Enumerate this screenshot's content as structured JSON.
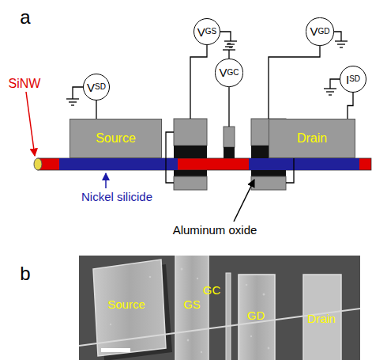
{
  "diagram": {
    "nodes": [
      {
        "text": [
          "Source"
        ]
      },
      {
        "text": [
          "Drain"
        ]
      },
      {
        "text": [
          "V",
          "SD"
        ]
      },
      {
        "text": [
          "V",
          "GS"
        ]
      },
      {
        "text": [
          "V",
          "GC"
        ]
      },
      {
        "text": [
          "V",
          "GD"
        ]
      },
      {
        "text": [
          "I",
          "SD"
        ]
      }
    ],
    "edges": [
      {
        "from": 2,
        "to": 0,
        "arrow": "none"
      },
      {
        "from": 6,
        "to": 1,
        "arrow": "none"
      }
    ],
    "labels": [
      "a",
      "SiNW",
      "Nickel silicide",
      "Aluminum oxide",
      "b",
      "Source",
      "GS",
      "GC",
      "GD",
      "Drain"
    ]
  }
}
